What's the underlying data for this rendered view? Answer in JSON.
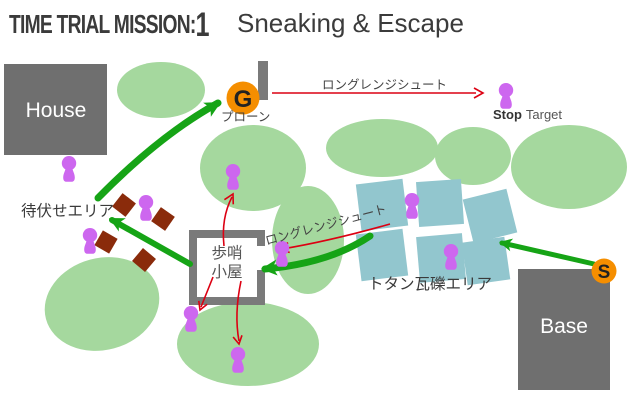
{
  "title": {
    "main": "TIME TRIAL MISSION:",
    "number": "1",
    "subtitle": "Sneaking & Escape"
  },
  "map": {
    "buildings": {
      "house": "House",
      "base": "Base"
    },
    "markers": {
      "goal_letter": "G",
      "start_letter": "S"
    },
    "annotations": {
      "prone": "プローン",
      "stop_word": "Stop",
      "target_word": "Target",
      "long_range_shot_top": "ロングレンジシュート",
      "long_range_shot_mid": "ロングレンジシュート",
      "ambush_area": "待伏せエリア",
      "tin_rubble_area": "トタン瓦礫エリア",
      "sentry_hut_line1": "歩哨",
      "sentry_hut_line2": "小屋"
    },
    "colors": {
      "bush_green": "#a5d89e",
      "route_green": "#16a416",
      "shot_red": "#dc0012",
      "building_gray": "#6f6f6f",
      "hut_gray": "#7a7a7a",
      "rubble_blue": "#92c6ce",
      "obstacle_brown": "#8a2b0b",
      "target_purple": "#cd67ef",
      "marker_orange": "#f58e00"
    }
  }
}
